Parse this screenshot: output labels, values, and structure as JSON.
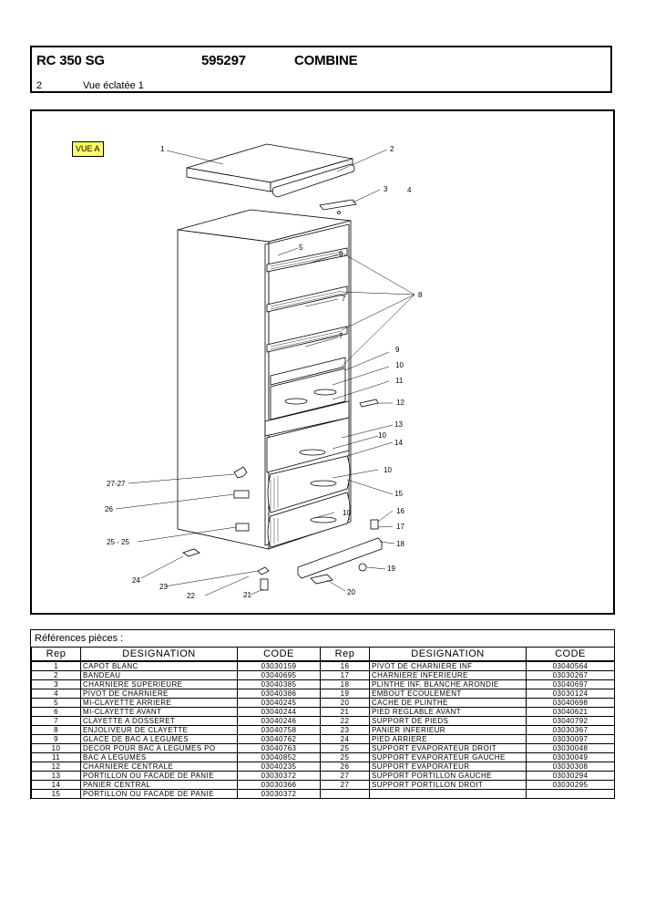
{
  "header": {
    "model": "RC 350 SG",
    "number": "595297",
    "type": "COMBINE",
    "page": "2",
    "view_title": "Vue éclatée 1"
  },
  "diagram": {
    "view_label": "VUE A",
    "callouts": [
      "1",
      "2",
      "3",
      "4",
      "5",
      "6",
      "7",
      "8",
      "7",
      "9",
      "10",
      "11",
      "12",
      "13",
      "10",
      "14",
      "10",
      "15",
      "10",
      "16",
      "17",
      "18",
      "19",
      "20",
      "21",
      "22",
      "23",
      "24",
      "25 - 25",
      "26",
      "27-27"
    ]
  },
  "refs": {
    "title": "Références pièces  :",
    "headers": [
      "Rep",
      "DESIGNATION",
      "CODE",
      "Rep",
      "DESIGNATION",
      "CODE"
    ],
    "rows": [
      [
        "1",
        "CAPOT BLANC",
        "03030159",
        "16",
        "PIVOT DE CHARNIERE INF",
        "03040564"
      ],
      [
        "2",
        "BANDEAU",
        "03040695",
        "17",
        "CHARNIERE INFERIEURE",
        "03030267"
      ],
      [
        "3",
        "CHARNIERE SUPERIEURE",
        "03040385",
        "18",
        "PLINTHE INF. BLANCHE ARONDIE",
        "03040697"
      ],
      [
        "4",
        "PIVOT DE CHARNIERE",
        "03040386",
        "19",
        "EMBOUT ECOULEMENT",
        "03030124"
      ],
      [
        "5",
        "MI-CLAYETTE ARRIERE",
        "03040245",
        "20",
        "CACHE DE PLINTHE",
        "03040698"
      ],
      [
        "6",
        "MI-CLAYETTE AVANT",
        "03040244",
        "21",
        "PIED REGLABLE AVANT",
        "03040621"
      ],
      [
        "7",
        "CLAYETTE A DOSSERET",
        "03040246",
        "22",
        "SUPPORT DE PIEDS",
        "03040792"
      ],
      [
        "8",
        "ENJOLIVEUR DE CLAYETTE",
        "03040758",
        "23",
        "PANIER INFERIEUR",
        "03030367"
      ],
      [
        "9",
        "GLACE DE BAC A LEGUMES",
        "03040762",
        "24",
        "PIED ARRIERE",
        "03030097"
      ],
      [
        "10",
        "DECOR POUR BAC A LEGUMES PO",
        "03040763",
        "25",
        "SUPPORT EVAPORATEUR DROIT",
        "03030048"
      ],
      [
        "11",
        "BAC A LEGUMES",
        "03040852",
        "25",
        "SUPPORT EVAPORATEUR GAUCHE",
        "03030049"
      ],
      [
        "12",
        "CHARNIERE CENTRALE",
        "03040235",
        "26",
        "SUPPORT EVAPORATEUR",
        "03030308"
      ],
      [
        "13",
        "PORTILLON OU FACADE DE PANIE",
        "03030372",
        "27",
        "SUPPORT PORTILLON GAUCHE",
        "03030294"
      ],
      [
        "14",
        "PANIER CENTRAL",
        "03030366",
        "27",
        "SUPPORT PORTILLON DROIT",
        "03030295"
      ],
      [
        "15",
        "PORTILLON OU FACADE DE PANIE",
        "03030372",
        "",
        "",
        ""
      ]
    ]
  }
}
